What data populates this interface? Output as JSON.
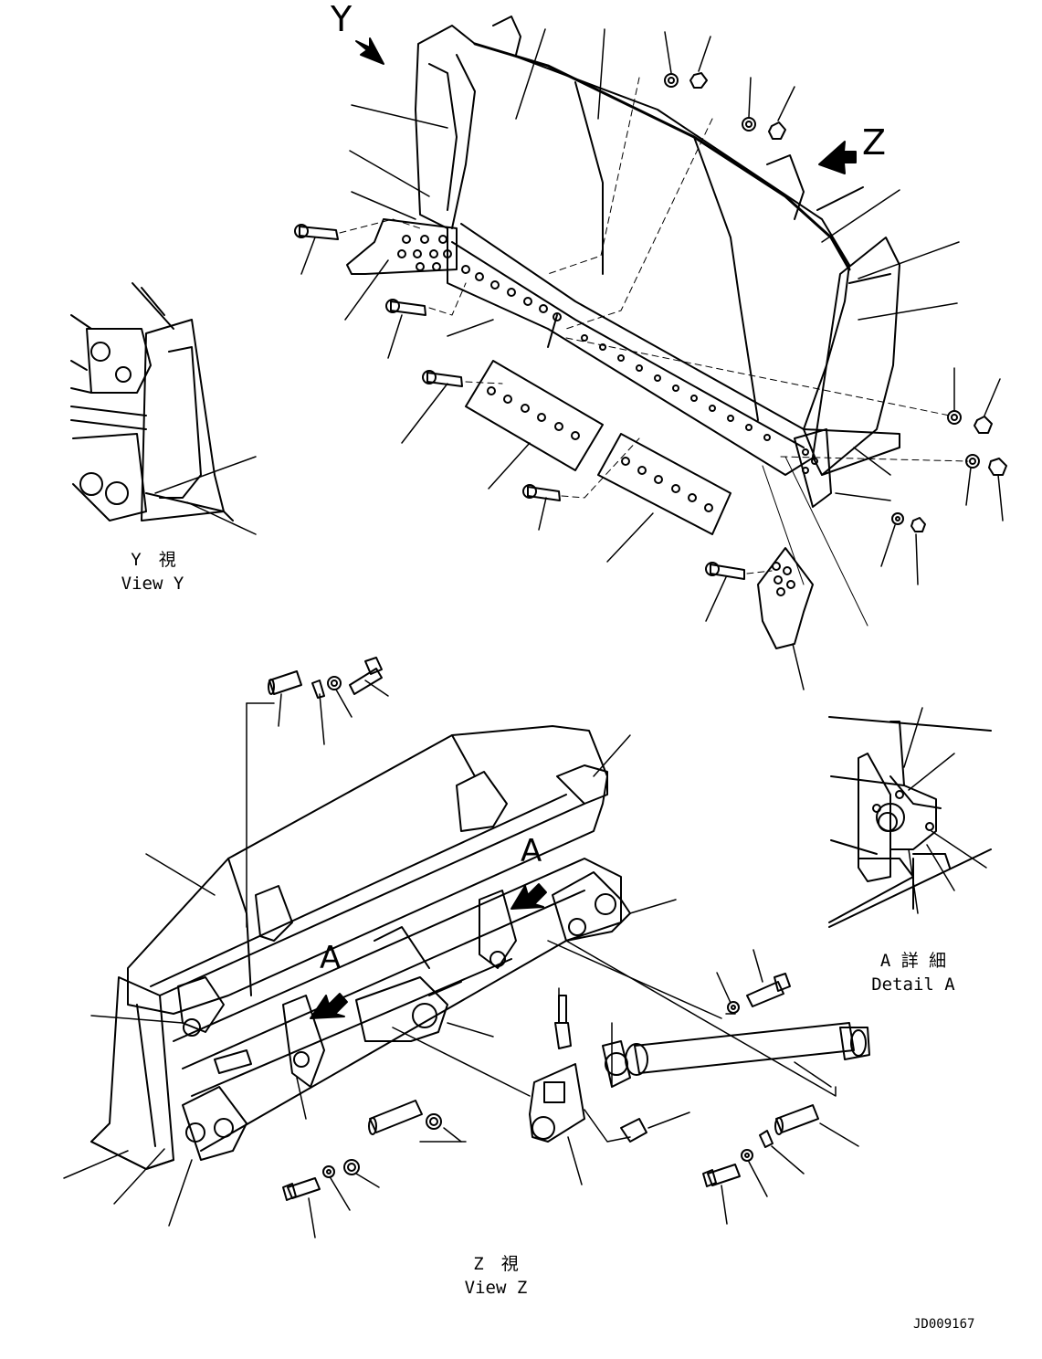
{
  "view_markers": {
    "y": "Y",
    "z": "Z",
    "a1": "A",
    "a2": "A"
  },
  "captions": {
    "view_y_jp": "Y　視",
    "view_y_en": "View Y",
    "detail_a_jp": "A 詳 細",
    "detail_a_en": "Detail A",
    "view_z_jp": "Z　視",
    "view_z_en": "View Z"
  },
  "drawing_code": "JD009167",
  "colors": {
    "ink": "#000000",
    "paper": "#ffffff"
  }
}
